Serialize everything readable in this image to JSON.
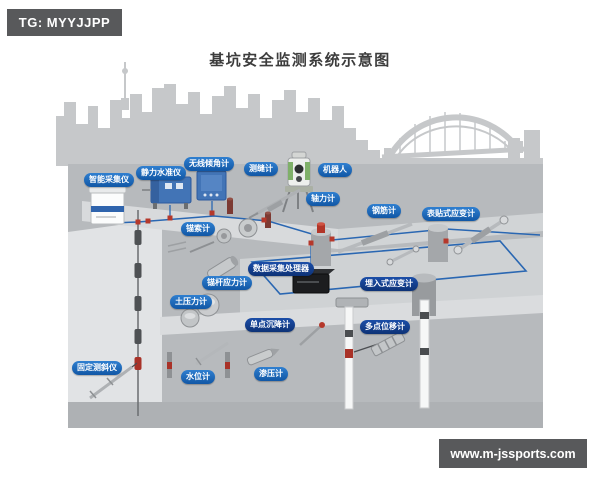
{
  "title": "基坑安全监测系统示意图",
  "watermarks": {
    "top_left": "TG: MYYJJPP",
    "bottom_right": "www.m-jssports.com"
  },
  "colors": {
    "label_blue": "#1a6abc",
    "label_navy": "#123d8e",
    "wire_blue": "#2a67b2",
    "accent_red": "#b5382b",
    "device_blue": "#4274b6",
    "silhouette_gray": "#c6c8ca",
    "badge_gray": "#58595b"
  },
  "device_labels": [
    {
      "id": "smart-collector",
      "text": "智能采集仪"
    },
    {
      "id": "static-level",
      "text": "静力水准仪"
    },
    {
      "id": "wireless-inclinometer",
      "text": "无线倾角计"
    },
    {
      "id": "crack-gauge",
      "text": "测缝计"
    },
    {
      "id": "robot",
      "text": "机器人"
    },
    {
      "id": "anchor-cable-gauge",
      "text": "锚索计"
    },
    {
      "id": "axial-force-gauge",
      "text": "轴力计"
    },
    {
      "id": "rebar-gauge",
      "text": "钢筋计"
    },
    {
      "id": "surface-strain-gauge",
      "text": "表贴式应变计"
    },
    {
      "id": "data-processor",
      "text": "数据采集处理器"
    },
    {
      "id": "anchor-rod-stress-gauge",
      "text": "锚杆应力计"
    },
    {
      "id": "earth-pressure-gauge",
      "text": "土压力计"
    },
    {
      "id": "embedded-strain-gauge",
      "text": "埋入式应变计"
    },
    {
      "id": "single-point-settlement-gauge",
      "text": "单点沉降计"
    },
    {
      "id": "multipoint-displacement-gauge",
      "text": "多点位移计"
    },
    {
      "id": "fixed-inclinometer",
      "text": "固定测斜仪"
    },
    {
      "id": "water-level-gauge",
      "text": "水位计"
    },
    {
      "id": "piezometer",
      "text": "渗压计"
    }
  ]
}
